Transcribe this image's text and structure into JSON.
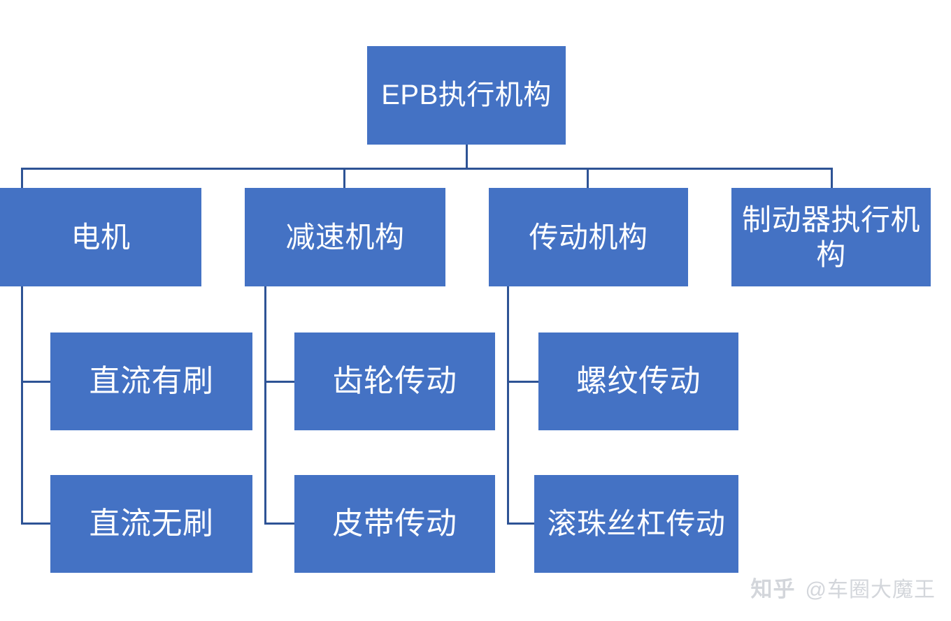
{
  "diagram": {
    "title": "EPB执行机构",
    "root": {
      "label": "EPB执行机构"
    },
    "level2": [
      {
        "label": "电机"
      },
      {
        "label": "减速机构"
      },
      {
        "label": "传动机构"
      },
      {
        "label": "制动器执行机构"
      }
    ],
    "level3": [
      {
        "label": "直流有刷"
      },
      {
        "label": "齿轮传动"
      },
      {
        "label": "螺纹传动"
      }
    ],
    "level4": [
      {
        "label": "直流无刷"
      },
      {
        "label": "皮带传动"
      },
      {
        "label": "滚珠丝杠传动"
      }
    ]
  },
  "colors": {
    "node_fill": "#4472C4",
    "node_text": "#FFFFFF",
    "connector": "#2E5395",
    "background": "#FFFFFF",
    "watermark": "#D3D6DB"
  },
  "watermark": {
    "logo": "知乎",
    "handle": "@车圈大魔王"
  }
}
